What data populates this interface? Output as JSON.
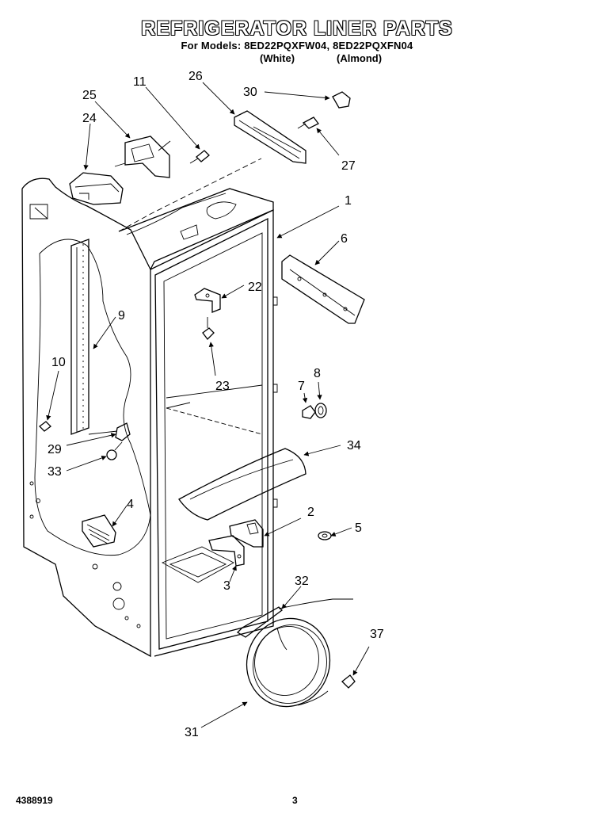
{
  "header": {
    "title": "REFRIGERATOR LINER PARTS",
    "models_line": "For Models: 8ED22PQXFW04, 8ED22PQXFN04",
    "color_white": "(White)",
    "color_almond": "(Almond)"
  },
  "footer": {
    "doc_number": "4388919",
    "page": "3"
  },
  "callouts": {
    "c1": "1",
    "c2": "2",
    "c3": "3",
    "c4": "4",
    "c5": "5",
    "c6": "6",
    "c7": "7",
    "c8": "8",
    "c9": "9",
    "c10": "10",
    "c11": "11",
    "c22": "22",
    "c23": "23",
    "c24": "24",
    "c25": "25",
    "c26": "26",
    "c27": "27",
    "c29": "29",
    "c30": "30",
    "c31": "31",
    "c32": "32",
    "c33": "33",
    "c34": "34",
    "c37": "37"
  }
}
